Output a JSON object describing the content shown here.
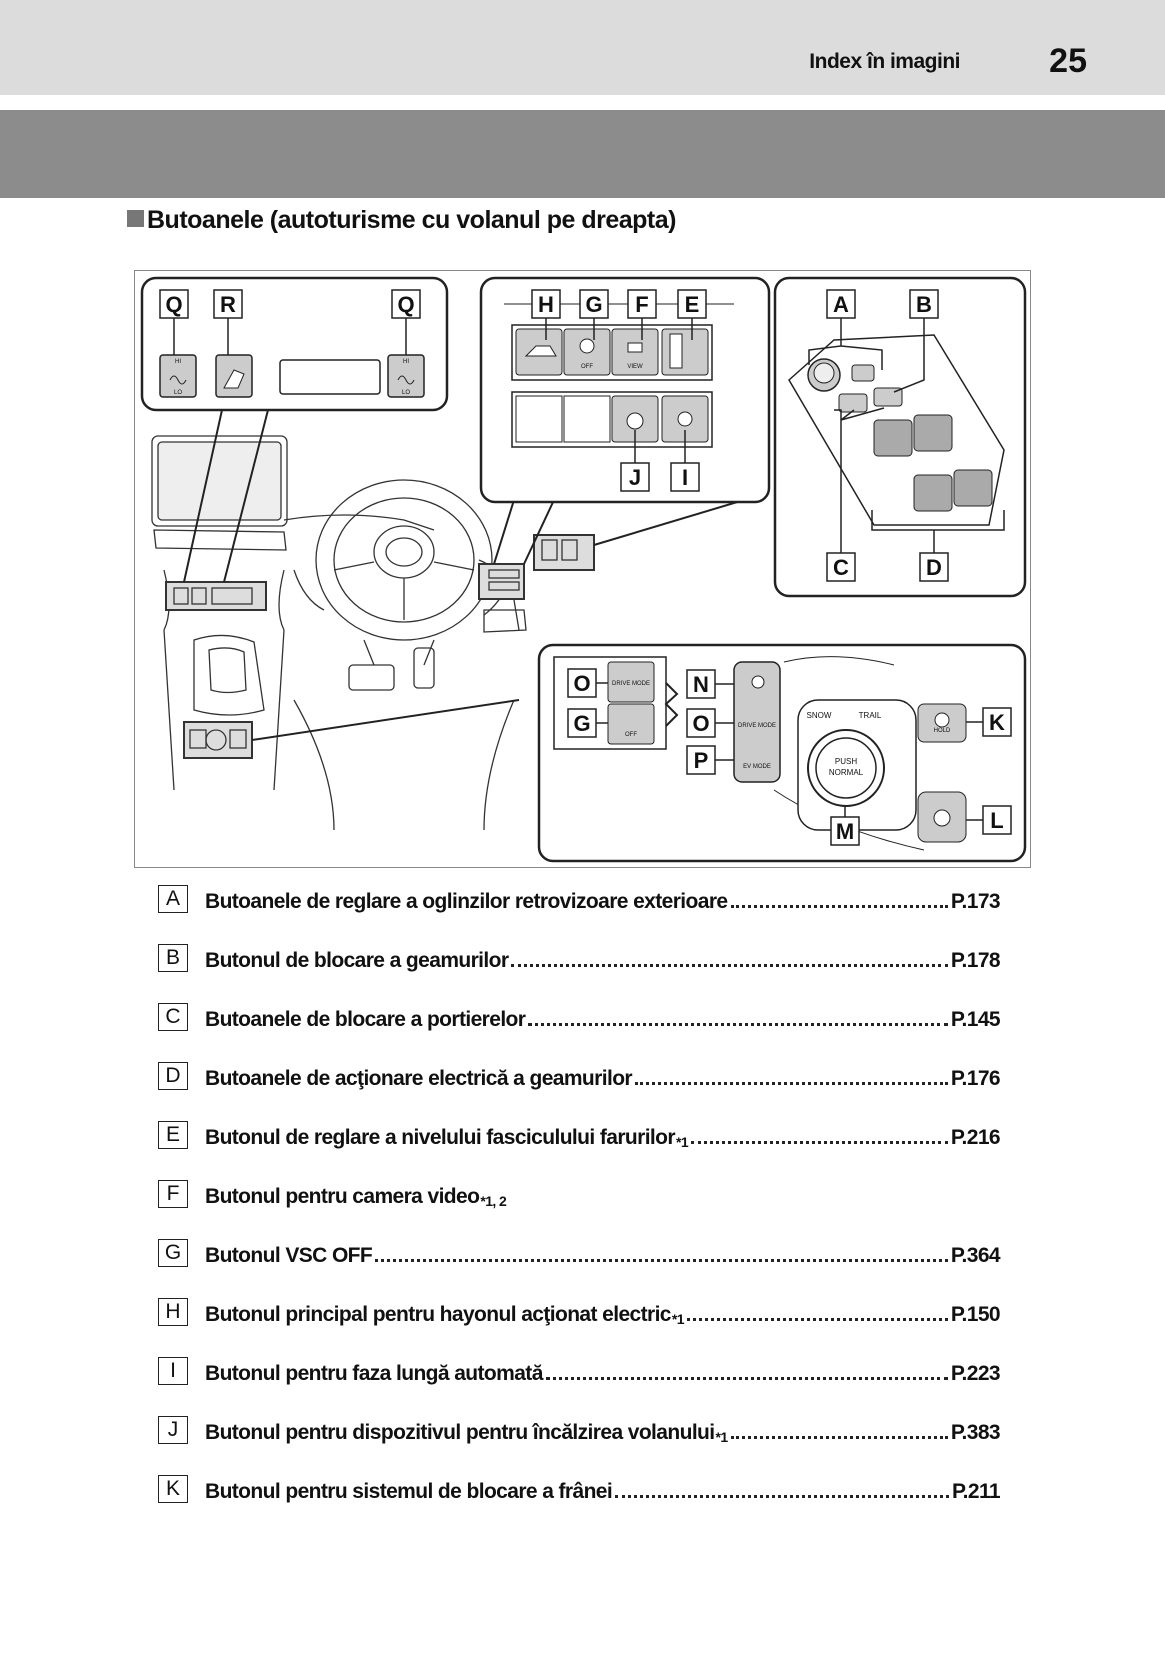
{
  "header": {
    "title": "Index în imagini",
    "page_number": "25"
  },
  "section": {
    "title": "Butoanele (autoturisme cu volanul pe dreapta)"
  },
  "figure": {
    "callouts": [
      "Q",
      "R",
      "Q",
      "H",
      "G",
      "F",
      "E",
      "A",
      "B",
      "C",
      "D",
      "J",
      "I",
      "O",
      "G",
      "N",
      "O",
      "P",
      "K",
      "L",
      "M"
    ],
    "switch_labels": {
      "hi": "HI",
      "lo": "LO",
      "off": "OFF",
      "view": "VIEW",
      "drive_mode": "DRIVE MODE",
      "ev_mode": "EV MODE",
      "snow": "SNOW",
      "trail": "TRAIL",
      "push": "PUSH",
      "normal": "NORMAL",
      "hold": "HOLD"
    }
  },
  "items": [
    {
      "letter": "A",
      "label": "Butoanele de reglare a oglinzilor retrovizoare exterioare",
      "note": "",
      "page": "P.173"
    },
    {
      "letter": "B",
      "label": "Butonul de blocare a geamurilor",
      "note": "",
      "page": "P.178"
    },
    {
      "letter": "C",
      "label": "Butoanele de blocare a portierelor",
      "note": "",
      "page": "P.145"
    },
    {
      "letter": "D",
      "label": "Butoanele de acţionare electrică a geamurilor",
      "note": "",
      "page": "P.176"
    },
    {
      "letter": "E",
      "label": "Butonul de reglare a nivelului fasciculului farurilor",
      "note": "*1",
      "page": "P.216"
    },
    {
      "letter": "F",
      "label": "Butonul pentru camera video",
      "note": "*1, 2",
      "page": ""
    },
    {
      "letter": "G",
      "label": "Butonul VSC OFF",
      "note": "",
      "page": "P.364"
    },
    {
      "letter": "H",
      "label": "Butonul principal pentru hayonul acţionat electric",
      "note": "*1",
      "page": "P.150"
    },
    {
      "letter": "I",
      "label": "Butonul pentru faza lungă automată",
      "note": "",
      "page": "P.223"
    },
    {
      "letter": "J",
      "label": "Butonul pentru dispozitivul pentru încălzirea volanului",
      "note": "*1",
      "page": "P.383"
    },
    {
      "letter": "K",
      "label": "Butonul pentru sistemul de blocare a frânei",
      "note": "",
      "page": "P.211"
    }
  ]
}
